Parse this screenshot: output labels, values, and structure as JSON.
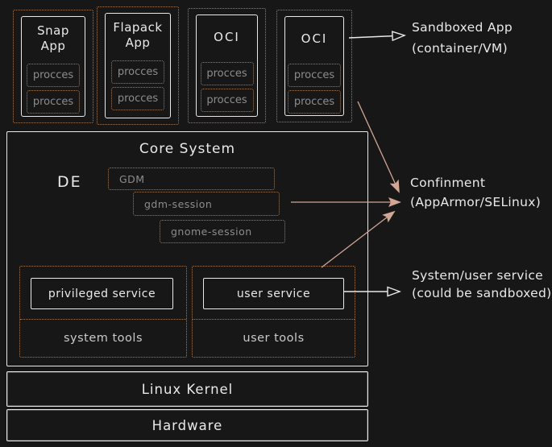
{
  "colors": {
    "background": "#171717",
    "ink": "#e9e9e9",
    "tan": "#9d7b5f",
    "arrow": "#d2a695",
    "muted": "#8c8c8c",
    "dim": "#c9c9c9"
  },
  "sandboxes": [
    {
      "title_lines": [
        "Snap",
        "App"
      ],
      "processes": [
        "procces",
        "procces"
      ]
    },
    {
      "title_lines": [
        "Flapack",
        "App"
      ],
      "processes": [
        "procces",
        "procces"
      ]
    },
    {
      "title_lines": [
        "OCI"
      ],
      "processes": [
        "procces",
        "procces"
      ]
    },
    {
      "title_lines": [
        "OCI"
      ],
      "processes": [
        "procces",
        "procces"
      ]
    }
  ],
  "core_system": {
    "title": "Core System",
    "de_label": "DE",
    "session_boxes": [
      "GDM",
      "gdm-session",
      "gnome-session"
    ],
    "services": {
      "privileged_service": "privileged service",
      "system_tools": "system tools",
      "user_service": "user service",
      "user_tools": "user tools"
    }
  },
  "layers": {
    "kernel": "Linux Kernel",
    "hardware": "Hardware"
  },
  "annotations": {
    "sandboxed_app": [
      "Sandboxed App",
      "(container/VM)"
    ],
    "confinement": [
      "Confinment",
      "(AppArmor/SELinux)"
    ],
    "service": [
      "System/user service",
      "(could be sandboxed)"
    ]
  }
}
